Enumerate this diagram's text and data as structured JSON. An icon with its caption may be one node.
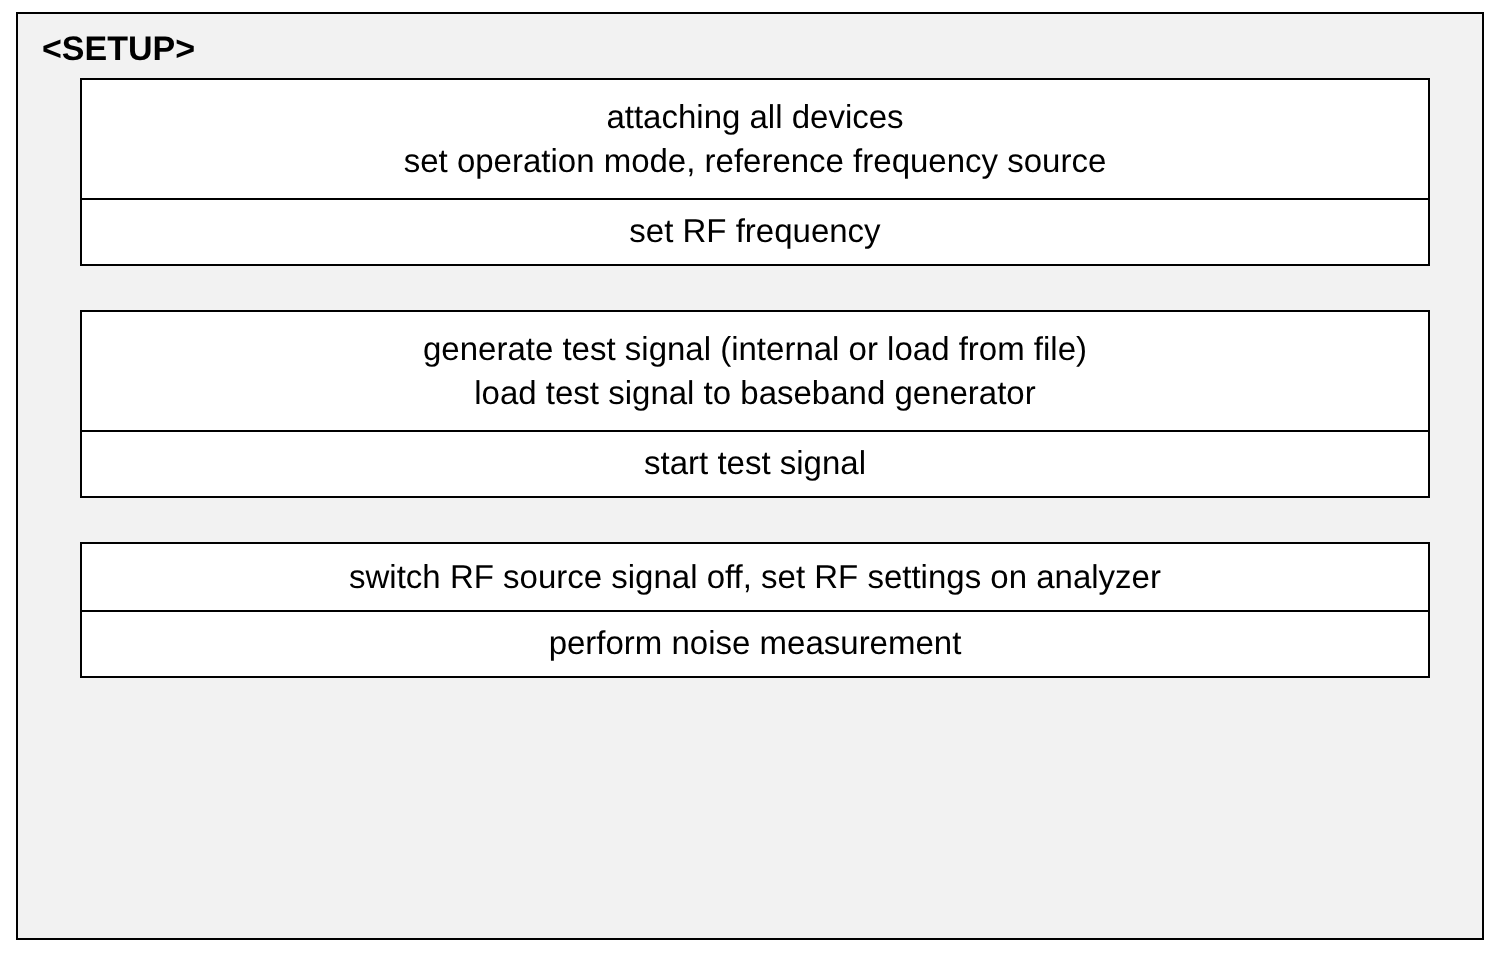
{
  "diagram": {
    "nodes": [
      {
        "text": [
          "<SETUP>"
        ]
      },
      {
        "text": [
          "attaching all devices",
          "set operation mode, reference frequency source"
        ],
        "in": 0
      },
      {
        "text": [
          "set RF frequency"
        ],
        "in": 0
      },
      {
        "text": [
          "generate test signal (internal or load from file)",
          "load test signal to baseband generator"
        ],
        "in": 0
      },
      {
        "text": [
          "start test signal"
        ],
        "in": 0
      },
      {
        "text": [
          "switch RF source signal off, set RF settings on analyzer"
        ],
        "in": 0
      },
      {
        "text": [
          "perform noise measurement"
        ],
        "in": 0
      }
    ]
  }
}
